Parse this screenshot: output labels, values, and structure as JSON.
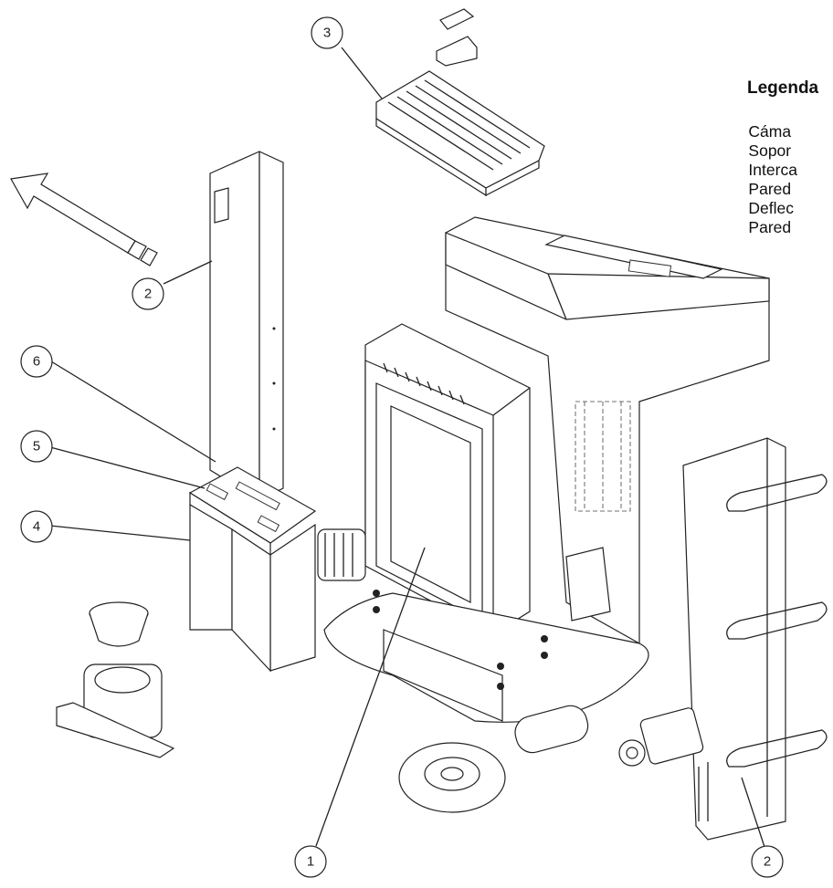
{
  "legend": {
    "title": "Legenda",
    "items": [
      {
        "text": "1- Cáma"
      },
      {
        "text": "2- Sopor"
      },
      {
        "text": "3- Interca"
      },
      {
        "text": "4- Pared"
      },
      {
        "text": "5- Deflec"
      },
      {
        "text": "6- Pared"
      }
    ]
  },
  "callouts": {
    "c1": "1",
    "c2a": "2",
    "c2b": "2",
    "c3": "3",
    "c4": "4",
    "c5": "5",
    "c6": "6"
  }
}
